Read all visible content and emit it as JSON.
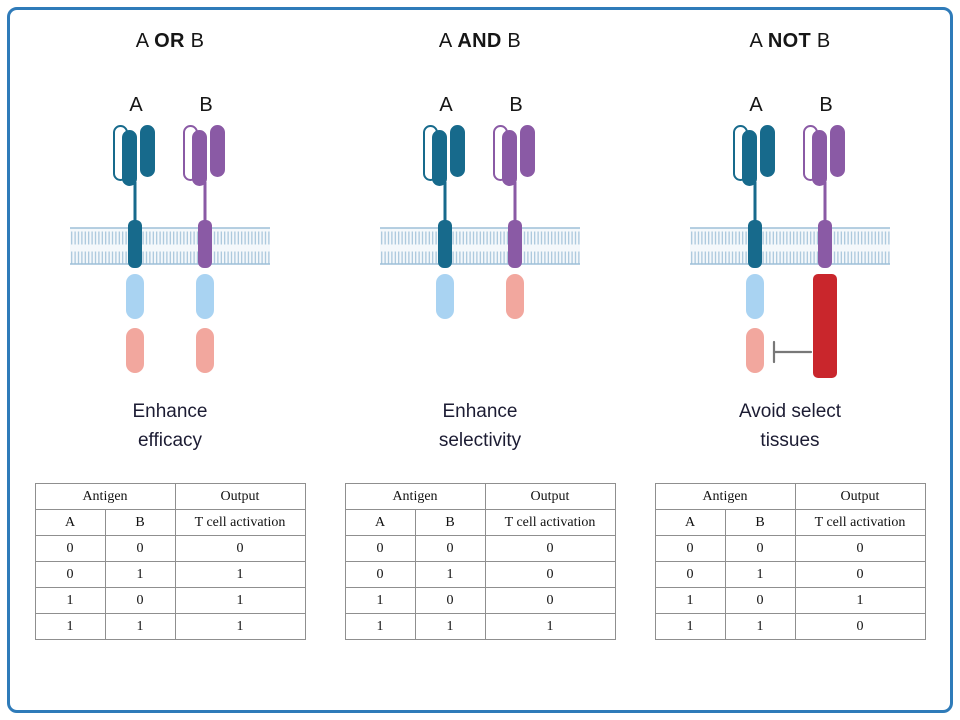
{
  "colors": {
    "frame_border": "#2f7bb9",
    "receptor_a": "#176a8c",
    "receptor_b": "#8a5aa5",
    "signaling_domain_primary": "#a9d3f2",
    "signaling_domain_secondary": "#f2a79e",
    "inhibitory_domain": "#c9262c",
    "membrane": "#9dbfd8"
  },
  "panels": [
    {
      "title": {
        "prefix": "A",
        "operator": "OR",
        "suffix": "B"
      },
      "receptor_a_label": "A",
      "receptor_b_label": "B",
      "caption_line1": "Enhance",
      "caption_line2": "efficacy",
      "table": {
        "antigen_header": "Antigen",
        "output_header": "Output",
        "col_a": "A",
        "col_b": "B",
        "output_subheader": "T cell activation",
        "rows": [
          [
            "0",
            "0",
            "0"
          ],
          [
            "0",
            "1",
            "1"
          ],
          [
            "1",
            "0",
            "1"
          ],
          [
            "1",
            "1",
            "1"
          ]
        ]
      }
    },
    {
      "title": {
        "prefix": "A",
        "operator": "AND",
        "suffix": "B"
      },
      "receptor_a_label": "A",
      "receptor_b_label": "B",
      "caption_line1": "Enhance",
      "caption_line2": "selectivity",
      "table": {
        "antigen_header": "Antigen",
        "output_header": "Output",
        "col_a": "A",
        "col_b": "B",
        "output_subheader": "T cell activation",
        "rows": [
          [
            "0",
            "0",
            "0"
          ],
          [
            "0",
            "1",
            "0"
          ],
          [
            "1",
            "0",
            "0"
          ],
          [
            "1",
            "1",
            "1"
          ]
        ]
      }
    },
    {
      "title": {
        "prefix": "A",
        "operator": "NOT",
        "suffix": "B"
      },
      "receptor_a_label": "A",
      "receptor_b_label": "B",
      "caption_line1": "Avoid select",
      "caption_line2": "tissues",
      "table": {
        "antigen_header": "Antigen",
        "output_header": "Output",
        "col_a": "A",
        "col_b": "B",
        "output_subheader": "T cell activation",
        "rows": [
          [
            "0",
            "0",
            "0"
          ],
          [
            "0",
            "1",
            "0"
          ],
          [
            "1",
            "0",
            "1"
          ],
          [
            "1",
            "1",
            "0"
          ]
        ]
      }
    }
  ]
}
